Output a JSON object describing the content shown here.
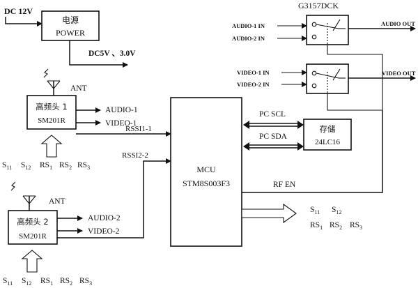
{
  "power": {
    "input_label": "DC 12V",
    "box_cn": "电源",
    "box_en": "POWER",
    "output_label": "DC5V 、3.0V"
  },
  "switch_chip": {
    "name": "G3157DCK",
    "audio_in_1": "AUDIO-1  IN",
    "audio_in_2": "AUDIO-2  IN",
    "audio_out": "AUDIO OUT",
    "video_in_1": "VIDEO-1  IN",
    "video_in_2": "VIDEO-2  IN",
    "video_out": "VIDEO OUT"
  },
  "tuner1": {
    "name_cn": "高频头 1",
    "model": "SM201R",
    "ant": "ANT",
    "audio": "AUDIO-1",
    "video": "VIDEO-1",
    "rssi": "RSSI1-1"
  },
  "tuner2": {
    "name_cn": "高频头 2",
    "model": "SM201R",
    "ant": "ANT",
    "audio": "AUDIO-2",
    "video": "VIDEO-2",
    "rssi": "RSSI2-2"
  },
  "mcu": {
    "title": "MCU",
    "model": "STM8S003F3",
    "rf_en": "RF EN"
  },
  "eeprom": {
    "name_cn": "存储",
    "model": "24LC16"
  },
  "bus": {
    "scl": "PC SCL",
    "sda": "PC SDA"
  },
  "control_lines": {
    "s": "S",
    "rs": "RS",
    "s11": "11",
    "s12": "12",
    "rs1": "1",
    "rs2": "2",
    "rs3": "3"
  }
}
